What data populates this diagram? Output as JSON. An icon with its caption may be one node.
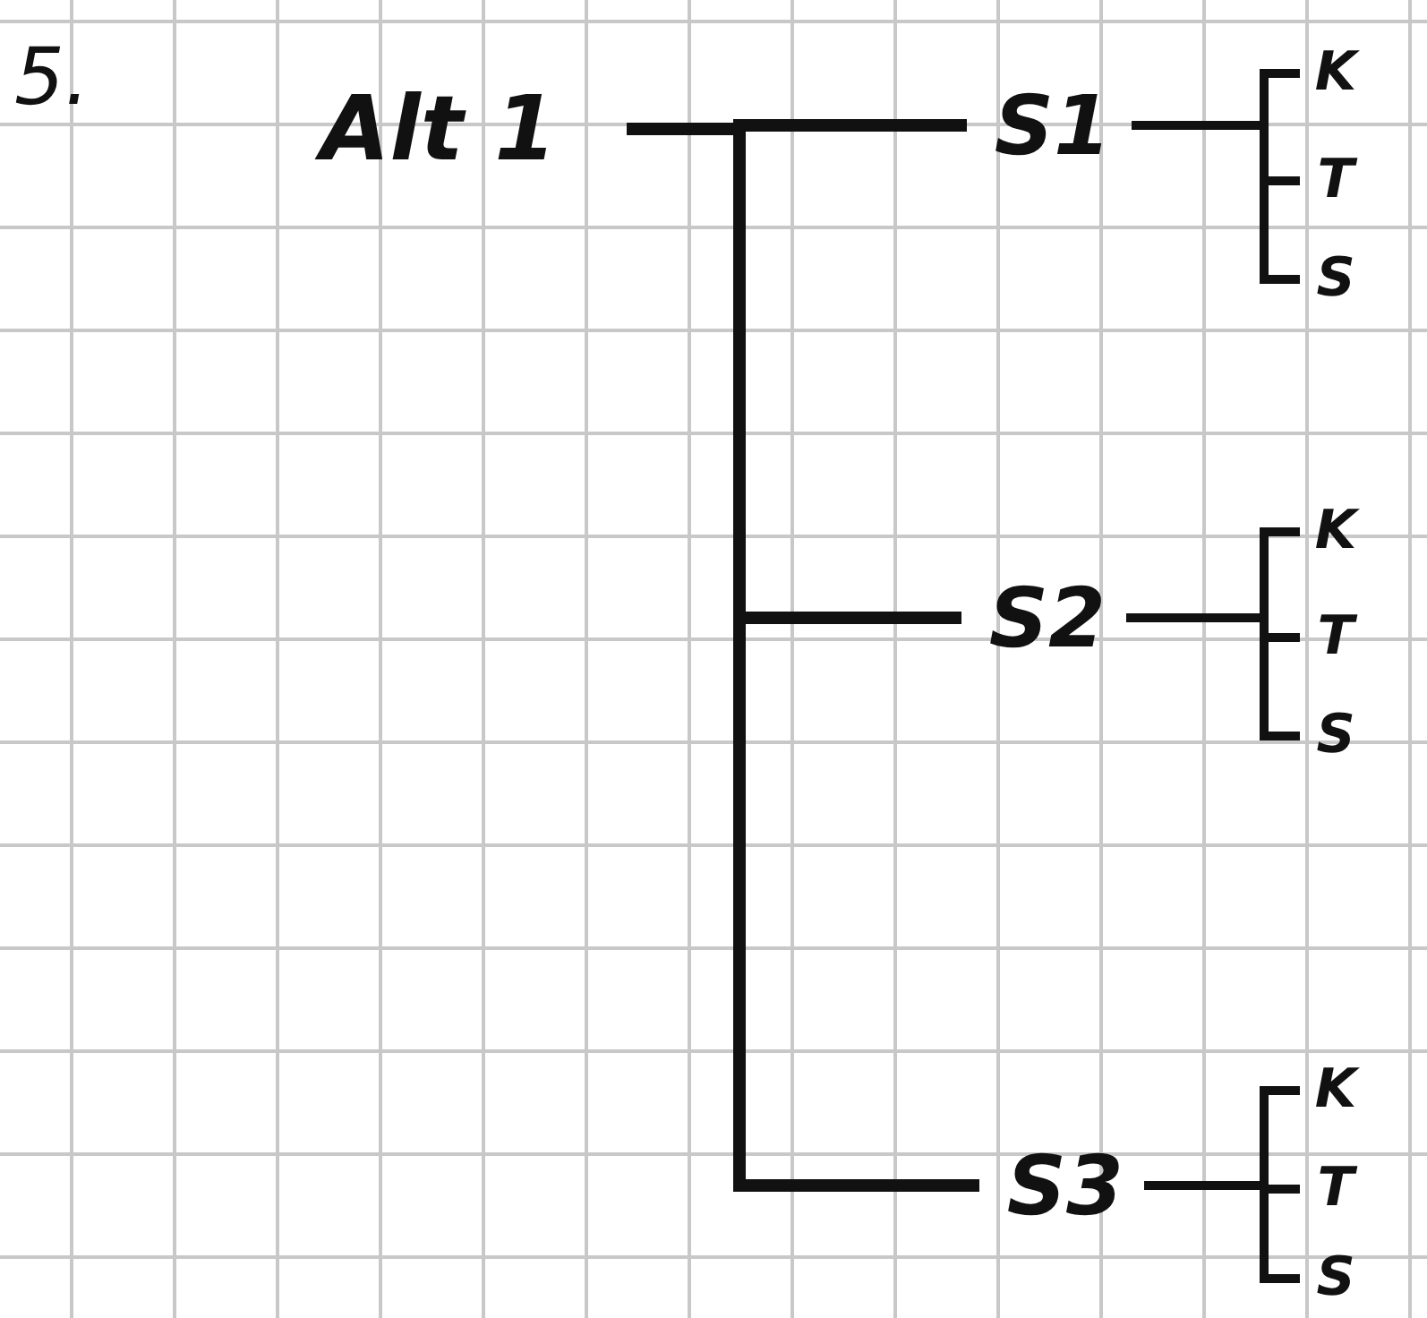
{
  "diagram": {
    "nodes": [
      {
        "text": [
          "Alt 1"
        ]
      },
      {
        "text": [
          "S1"
        ]
      },
      {
        "text": [
          "S2"
        ]
      },
      {
        "text": [
          "S3"
        ]
      },
      {
        "text": [
          "K"
        ]
      },
      {
        "text": [
          "T"
        ]
      },
      {
        "text": [
          "S"
        ]
      },
      {
        "text": [
          "K"
        ]
      },
      {
        "text": [
          "T"
        ]
      },
      {
        "text": [
          "S"
        ]
      },
      {
        "text": [
          "K"
        ]
      },
      {
        "text": [
          "T"
        ]
      },
      {
        "text": [
          "S"
        ]
      }
    ],
    "edges": [
      {
        "from": 0,
        "to": 1,
        "arrow": "none"
      },
      {
        "from": 0,
        "to": 2,
        "arrow": "none"
      },
      {
        "from": 0,
        "to": 3,
        "arrow": "none"
      },
      {
        "from": 1,
        "to": 4,
        "arrow": "none"
      },
      {
        "from": 1,
        "to": 5,
        "arrow": "none"
      },
      {
        "from": 1,
        "to": 6,
        "arrow": "none"
      },
      {
        "from": 2,
        "to": 7,
        "arrow": "none"
      },
      {
        "from": 2,
        "to": 8,
        "arrow": "none"
      },
      {
        "from": 2,
        "to": 9,
        "arrow": "none"
      },
      {
        "from": 3,
        "to": 10,
        "arrow": "none"
      },
      {
        "from": 3,
        "to": 11,
        "arrow": "none"
      },
      {
        "from": 3,
        "to": 12,
        "arrow": "none"
      }
    ],
    "labels": [
      "5."
    ]
  }
}
